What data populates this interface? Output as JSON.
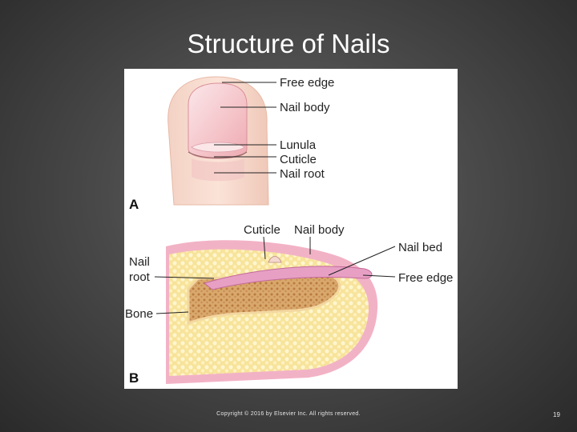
{
  "slide": {
    "title": "Structure of Nails",
    "copyright": "Copyright © 2016 by Elsevier Inc. All rights reserved.",
    "page_number": "19"
  },
  "panel_a": {
    "letter": "A",
    "labels": {
      "free_edge": "Free edge",
      "nail_body": "Nail body",
      "lunula": "Lunula",
      "cuticle": "Cuticle",
      "nail_root": "Nail root"
    }
  },
  "panel_b": {
    "letter": "B",
    "labels": {
      "cuticle": "Cuticle",
      "nail_body": "Nail body",
      "nail_bed": "Nail bed",
      "nail": "Nail",
      "root": "root",
      "free_edge": "Free edge",
      "bone": "Bone"
    }
  },
  "colors": {
    "skin": "#f6d6c8",
    "nail": "#f2b9bd",
    "tissue": "#f9e7a8",
    "bone": "#d8a56a"
  }
}
